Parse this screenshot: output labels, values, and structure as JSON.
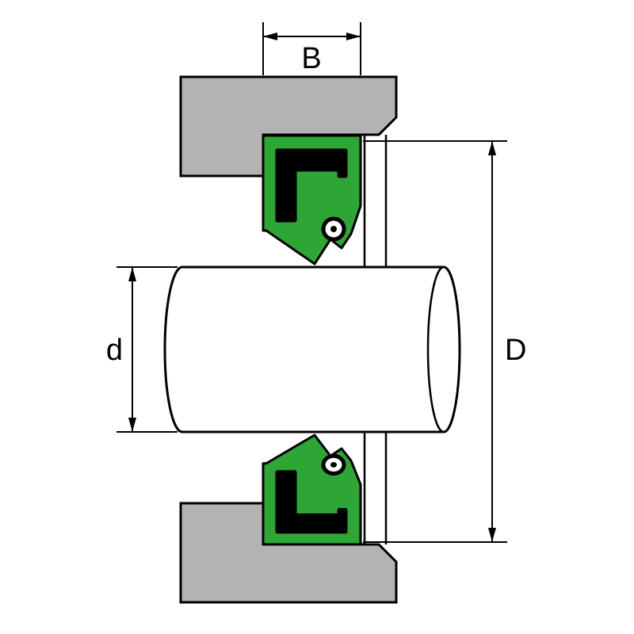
{
  "diagram": {
    "labels": {
      "seal_width": "B",
      "shaft_diameter": "d",
      "bore_diameter": "D"
    },
    "colors": {
      "housing": "#b3b3b3",
      "seal": "#2ea636",
      "insert": "#000000",
      "line": "#000000",
      "background": "#ffffff"
    }
  }
}
